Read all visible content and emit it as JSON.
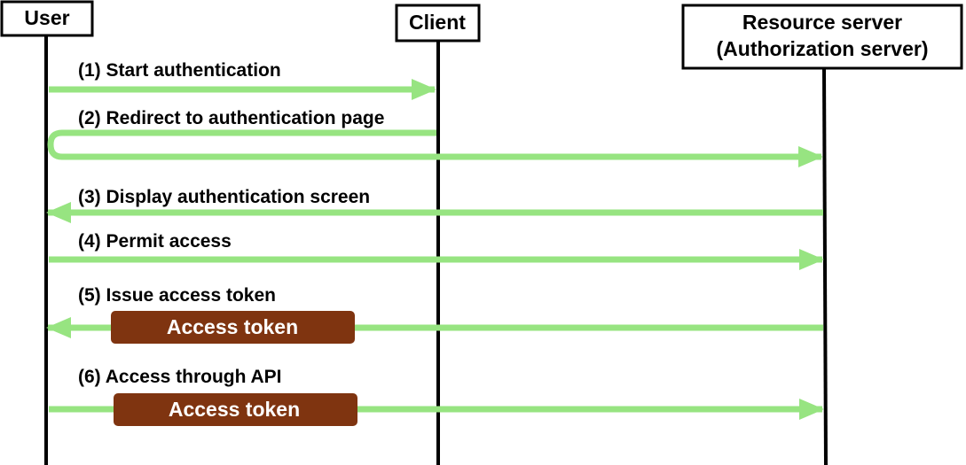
{
  "colors": {
    "arrow": "#97e481",
    "token_fill": "#7f3410",
    "token_text": "#ffffff",
    "lifeline": "#000000",
    "actor_box_border": "#000000"
  },
  "actors": {
    "user": {
      "label": "User"
    },
    "client": {
      "label": "Client"
    },
    "resource_server": {
      "label_line1": "Resource server",
      "label_line2": "(Authorization server)"
    }
  },
  "messages": [
    {
      "number": "(1)",
      "text": "Start authentication",
      "from": "User",
      "to": "Client"
    },
    {
      "number": "(2)",
      "text": "Redirect to authentication page",
      "from": "Client",
      "to": "Resource server"
    },
    {
      "number": "(3)",
      "text": "Display authentication screen",
      "from": "Resource server",
      "to": "User"
    },
    {
      "number": "(4)",
      "text": "Permit access",
      "from": "User",
      "to": "Resource server"
    },
    {
      "number": "(5)",
      "text": "Issue access token",
      "from": "Resource server",
      "to": "User",
      "token": "Access token"
    },
    {
      "number": "(6)",
      "text": "Access through API",
      "from": "User",
      "to": "Resource server",
      "token": "Access token"
    }
  ]
}
